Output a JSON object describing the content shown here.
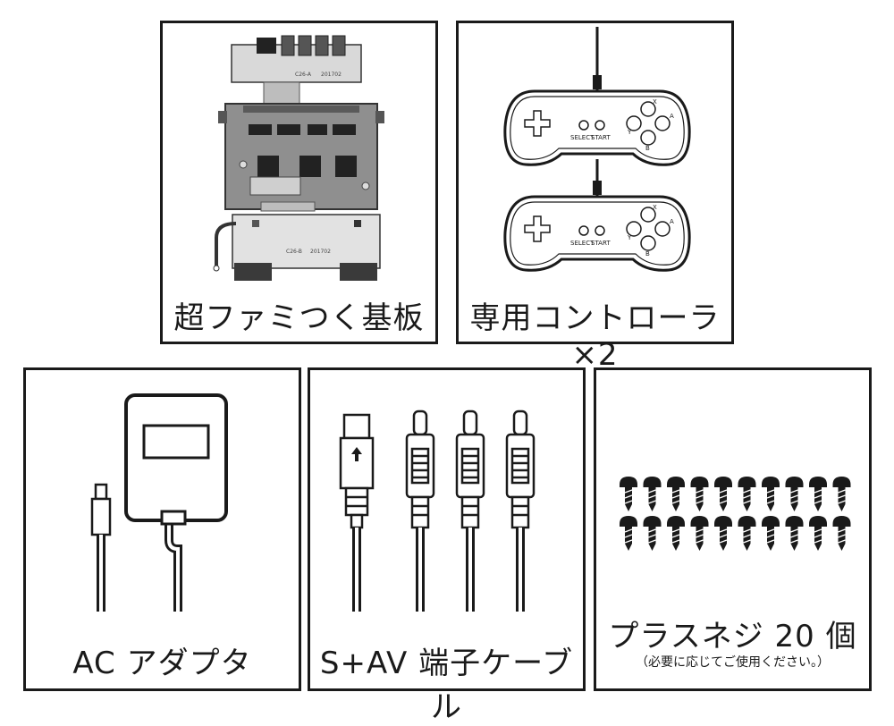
{
  "items": [
    {
      "id": "board",
      "label": "超ファミつく基板",
      "icon": "circuit-board-icon",
      "board_texts": {
        "top_model": "C26-A",
        "top_date": "201702",
        "bottom_model": "C26-B",
        "bottom_date": "201702"
      }
    },
    {
      "id": "controller",
      "label": "専用コントローラ×2",
      "icon": "gamepad-icon",
      "buttons": {
        "select": "SELECT",
        "start": "START",
        "x": "X",
        "a": "A",
        "y": "Y",
        "b": "B"
      }
    },
    {
      "id": "adapter",
      "label": "AC アダプタ",
      "icon": "ac-adapter-icon"
    },
    {
      "id": "cable",
      "label": "S+AV 端子ケーブル",
      "icon": "av-cable-icon"
    },
    {
      "id": "screws",
      "label": "プラスネジ 20 個",
      "note": "（必要に応じてご使用ください。）",
      "icon": "screw-icon"
    }
  ],
  "colors": {
    "line": "#1a1a1a",
    "board": "#8a8a8a",
    "board_dark": "#3a3a3a",
    "light_gray": "#d6d6d6"
  }
}
